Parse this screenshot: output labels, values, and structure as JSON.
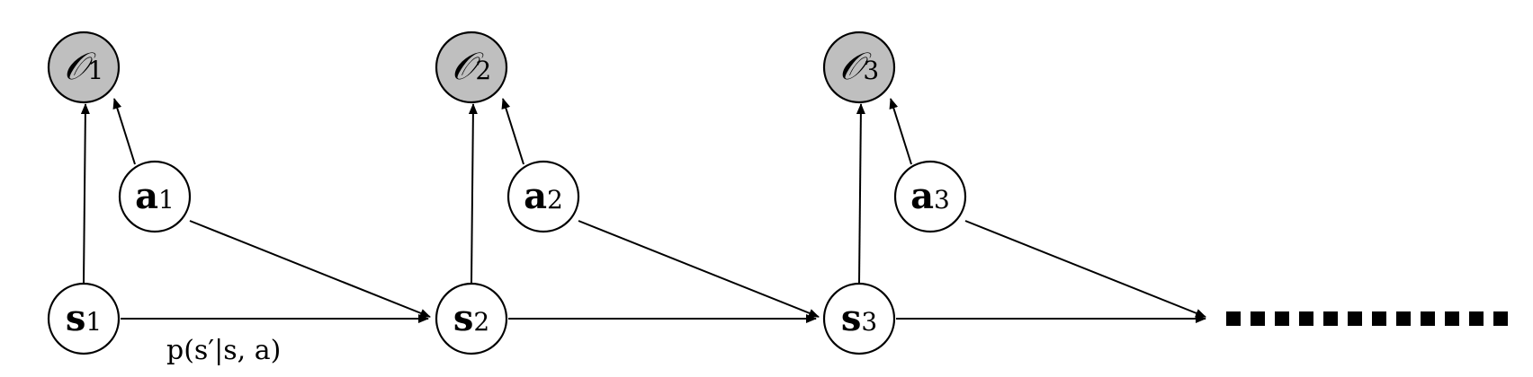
{
  "nodes": [
    {
      "id": "O1",
      "symbol": "𝒪",
      "subscript": "1",
      "kind": "observed"
    },
    {
      "id": "O2",
      "symbol": "𝒪",
      "subscript": "2",
      "kind": "observed"
    },
    {
      "id": "O3",
      "symbol": "𝒪",
      "subscript": "3",
      "kind": "observed"
    },
    {
      "id": "a1",
      "symbol": "a",
      "subscript": "1",
      "kind": "latent"
    },
    {
      "id": "a2",
      "symbol": "a",
      "subscript": "2",
      "kind": "latent"
    },
    {
      "id": "a3",
      "symbol": "a",
      "subscript": "3",
      "kind": "latent"
    },
    {
      "id": "s1",
      "symbol": "s",
      "subscript": "1",
      "kind": "latent"
    },
    {
      "id": "s2",
      "symbol": "s",
      "subscript": "2",
      "kind": "latent"
    },
    {
      "id": "s3",
      "symbol": "s",
      "subscript": "3",
      "kind": "latent"
    }
  ],
  "edges": [
    {
      "from": "s1",
      "to": "O1"
    },
    {
      "from": "a1",
      "to": "O1"
    },
    {
      "from": "a1",
      "to": "s2"
    },
    {
      "from": "s1",
      "to": "s2"
    },
    {
      "from": "s2",
      "to": "O2"
    },
    {
      "from": "a2",
      "to": "O2"
    },
    {
      "from": "a2",
      "to": "s3"
    },
    {
      "from": "s2",
      "to": "s3"
    },
    {
      "from": "s3",
      "to": "O3"
    },
    {
      "from": "a3",
      "to": "O3"
    },
    {
      "from": "a3",
      "to": "continuation"
    },
    {
      "from": "s3",
      "to": "continuation"
    }
  ],
  "transition_label": "p(s′|s, a)",
  "continuation": "ellipsis",
  "colors": {
    "observed_fill": "#bfbfbf",
    "latent_fill": "#ffffff",
    "stroke": "#000000"
  }
}
